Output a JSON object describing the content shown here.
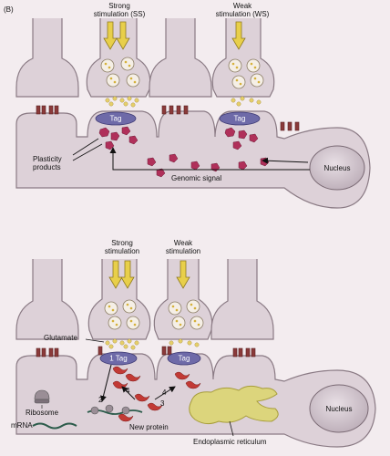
{
  "panel_b": {
    "panel_label": "(B)",
    "strong_stimulation": "Strong\nstimulation (SS)",
    "weak_stimulation": "Weak\nstimulation (WS)",
    "tag_strong": "Tag",
    "tag_weak": "Tag",
    "plasticity_products": "Plasticity\nproducts",
    "genomic_signal": "Genomic signal",
    "nucleus": "Nucleus"
  },
  "panel_c": {
    "strong_stimulation": "Strong\nstimulation",
    "weak_stimulation": "Weak\nstimulation",
    "glutamate": "Glutamate",
    "tag_strong": "1 Tag",
    "tag_weak": "Tag",
    "ribosome": "Ribosome",
    "mrna": "mRNA",
    "new_protein": "New protein",
    "step_2": "2",
    "step_3": "3",
    "step_4a": "4",
    "step_4b": "4",
    "endoplasmic_reticulum": "Endoplasmic reticulum",
    "nucleus": "Nucleus"
  },
  "colors": {
    "background": "#f3ecef",
    "neuron_fill": "#ddd1d8",
    "neuron_stroke": "#8a7a84",
    "tag": "#6e6aa8",
    "plasticity_product": "#b0305a",
    "new_protein": "#c23a35",
    "stimulation_arrow": "#e8cf4a",
    "er": "#dcd57c",
    "nucleus": "#cfc3cc"
  }
}
